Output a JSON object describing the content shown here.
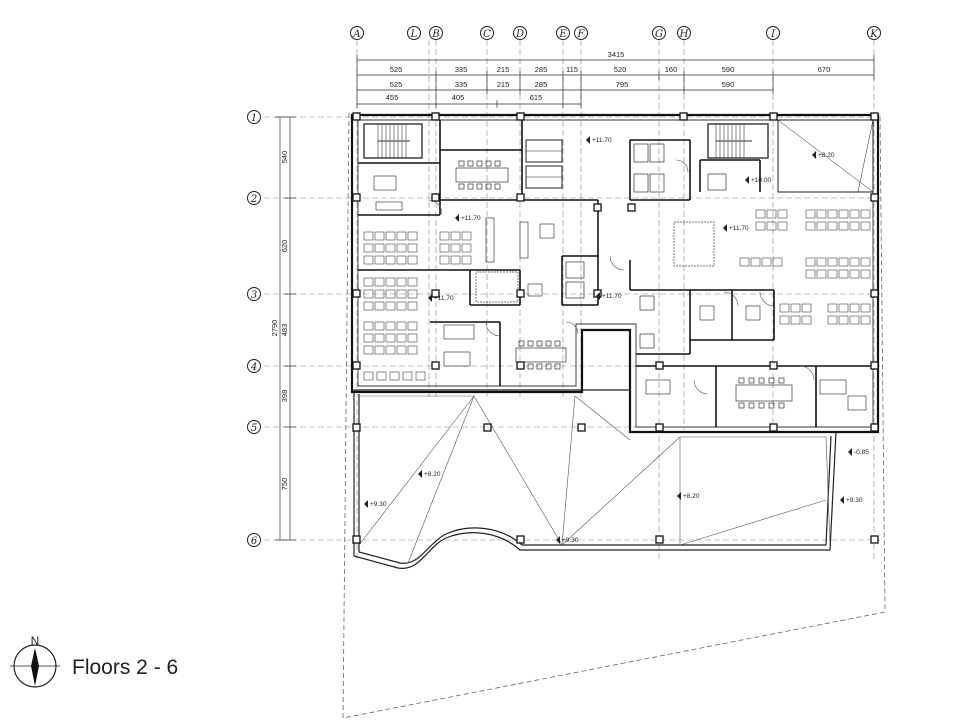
{
  "title": "Floors 2 - 6",
  "north_label": "N",
  "grid_columns": [
    "A",
    "L",
    "B",
    "C",
    "D",
    "E",
    "F",
    "G",
    "H",
    "I",
    "K"
  ],
  "grid_rows": [
    "1",
    "2",
    "3",
    "4",
    "5",
    "6"
  ],
  "dimensions": {
    "overall": "3415",
    "row1": [
      "525",
      "335",
      "215",
      "285",
      "115",
      "520",
      "160",
      "590",
      "670"
    ],
    "row2": [
      "525",
      "335",
      "215",
      "285",
      "795",
      "590"
    ],
    "row3": [
      "455",
      "405",
      "615"
    ],
    "vertical_total": "2790",
    "vertical": [
      "540",
      "620",
      "483",
      "398",
      "750"
    ]
  },
  "levels": [
    "+11.70",
    "+11.70",
    "+11.70",
    "+11.70",
    "+11.70",
    "+8.20",
    "+10.00",
    "+8.20",
    "+9.30",
    "+9.30",
    "+8.20",
    "-0.85",
    "+9.30"
  ]
}
